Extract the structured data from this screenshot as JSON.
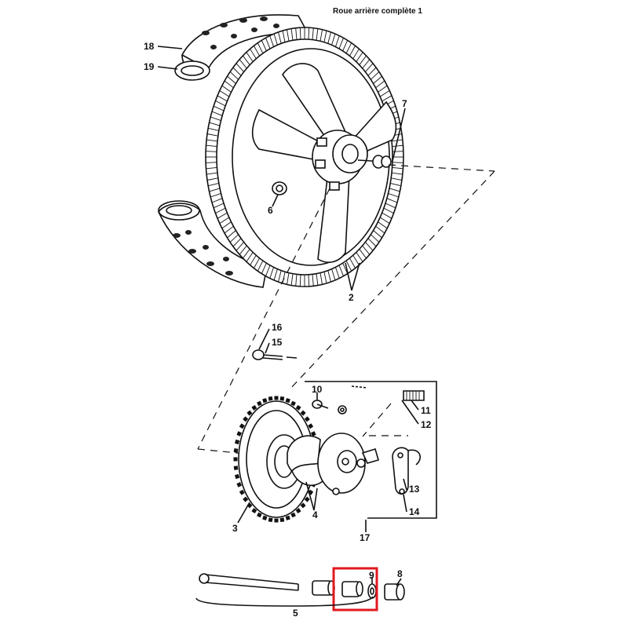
{
  "title": "Roue arrière complète 1",
  "callouts": [
    {
      "id": "c18",
      "text": "18"
    },
    {
      "id": "c19",
      "text": "19"
    },
    {
      "id": "c7",
      "text": "7"
    },
    {
      "id": "c6",
      "text": "6"
    },
    {
      "id": "c2",
      "text": "2"
    },
    {
      "id": "c16",
      "text": "16"
    },
    {
      "id": "c15",
      "text": "15"
    },
    {
      "id": "c10",
      "text": "10"
    },
    {
      "id": "c11",
      "text": "11"
    },
    {
      "id": "c12",
      "text": "12"
    },
    {
      "id": "c13",
      "text": "13"
    },
    {
      "id": "c14",
      "text": "14"
    },
    {
      "id": "c3",
      "text": "3"
    },
    {
      "id": "c4",
      "text": "4"
    },
    {
      "id": "c17",
      "text": "17"
    },
    {
      "id": "c9",
      "text": "9"
    },
    {
      "id": "c8",
      "text": "8"
    },
    {
      "id": "c5",
      "text": "5"
    }
  ],
  "highlight": {
    "part": "9",
    "color": "#e0191f"
  }
}
